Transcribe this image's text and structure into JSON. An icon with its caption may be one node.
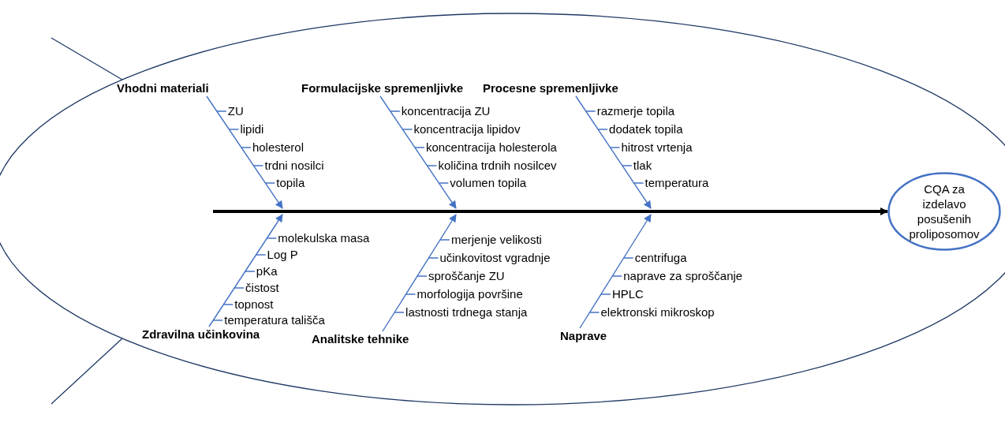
{
  "diagram": {
    "nodes": [
      {
        "text": [
          "Vhodni materiali"
        ]
      },
      {
        "text": [
          "Formulacijske spremenljivke"
        ]
      },
      {
        "text": [
          "Procesne spremenljivke"
        ]
      },
      {
        "text": [
          "Zdravilna učinkovina"
        ]
      },
      {
        "text": [
          "Analitske tehnike"
        ]
      },
      {
        "text": [
          "Naprave"
        ]
      },
      {
        "text": [
          "CQA za izdelavo posušenih proliposomov"
        ]
      }
    ],
    "edges": [
      {
        "from": 0,
        "to": null,
        "arrow": "to"
      },
      {
        "from": 1,
        "to": null,
        "arrow": "to"
      },
      {
        "from": 2,
        "to": null,
        "arrow": "to"
      },
      {
        "from": 3,
        "to": null,
        "arrow": "to"
      },
      {
        "from": 4,
        "to": null,
        "arrow": "to"
      },
      {
        "from": 5,
        "to": null,
        "arrow": "to"
      },
      {
        "from": null,
        "to": 6,
        "arrow": "to",
        "style": "thick",
        "color": "#000000"
      }
    ],
    "labels": [
      "ZU",
      "lipidi",
      "holesterol",
      "trdni nosilci",
      "topila",
      "koncentracija ZU",
      "koncentracija lipidov",
      "koncentracija holesterola",
      "količina trdnih nosilcev",
      "volumen topila",
      "razmerje topila",
      "dodatek topila",
      "hitrost vrtenja",
      "tlak",
      "temperatura",
      "molekulska masa",
      "Log P",
      "pKa",
      "čistost",
      "topnost",
      "temperatura tališča",
      "merjenje velikosti",
      "učinkovitost vgradnje",
      "sproščanje ZU",
      "morfologija površine",
      "lastnosti trdnega stanja",
      "centrifuga",
      "naprave za sproščanje",
      "HPLC",
      "elektronski mikroskop"
    ]
  }
}
